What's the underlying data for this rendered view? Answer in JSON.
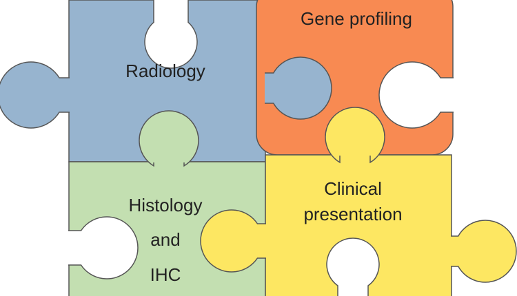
{
  "pieces": {
    "radiology": {
      "label": "Radiology",
      "color": "#97b4cf"
    },
    "gene_profiling": {
      "label": "Gene profiling",
      "color": "#f88a52"
    },
    "histology": {
      "lines": [
        "Histology",
        "and",
        "IHC"
      ],
      "color": "#c3dfb1"
    },
    "clinical": {
      "lines": [
        "Clinical",
        "presentation"
      ],
      "color": "#fde762"
    }
  },
  "outline_color": "#555555",
  "background_color": "#ffffff"
}
